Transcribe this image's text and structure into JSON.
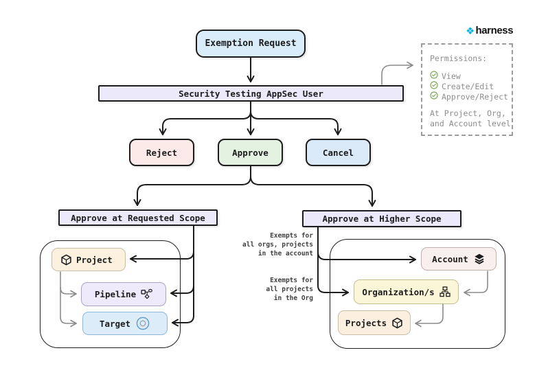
{
  "brand": {
    "name": "harness"
  },
  "nodes": {
    "exemption_request": "Exemption Request",
    "appsec_user": "Security Testing AppSec User",
    "reject": "Reject",
    "approve": "Approve",
    "cancel": "Cancel",
    "requested_scope": "Approve at Requested Scope",
    "higher_scope": "Approve at Higher Scope",
    "project": "Project",
    "pipeline": "Pipeline",
    "target": "Target",
    "account": "Account",
    "organizations": "Organization/s",
    "projects": "Projects"
  },
  "annotations": {
    "exempt_account": [
      "Exempts for",
      "all orgs, projects",
      "in the account"
    ],
    "exempt_org": [
      "Exempts for",
      "all projects",
      "in the Org"
    ]
  },
  "permissions": {
    "title": "Permissions:",
    "items": [
      "View",
      "Create/Edit",
      "Approve/Reject"
    ],
    "footer": [
      "At Project, Org,",
      "and Account level"
    ]
  },
  "icons": {
    "brand": "harness-diamond-icon",
    "project": "cube-icon",
    "pipeline": "workflow-icon",
    "target": "target-icon",
    "account": "layers-icon",
    "organizations": "org-chart-icon",
    "projects": "cube-icon",
    "permission_item": "check-circle-icon"
  },
  "colors": {
    "ink": "#1c1c1c",
    "wire_gray": "#8a8a8a",
    "brand_blue": "#00ade4",
    "check_green": "#7fa95c",
    "fills": {
      "exemption_request": "#d9ecfa",
      "appsec_user": "#ebe9fa",
      "reject": "#fbeae8",
      "approve": "#e3f2e1",
      "cancel": "#d9e9f8",
      "scope_labels": "#ebe9fa",
      "project": "#fbf1de",
      "pipeline": "#eeeafb",
      "target": "#dcecf9",
      "account": "#f9efec",
      "organizations": "#fbf6d8",
      "projects": "#fbf0e0"
    }
  }
}
